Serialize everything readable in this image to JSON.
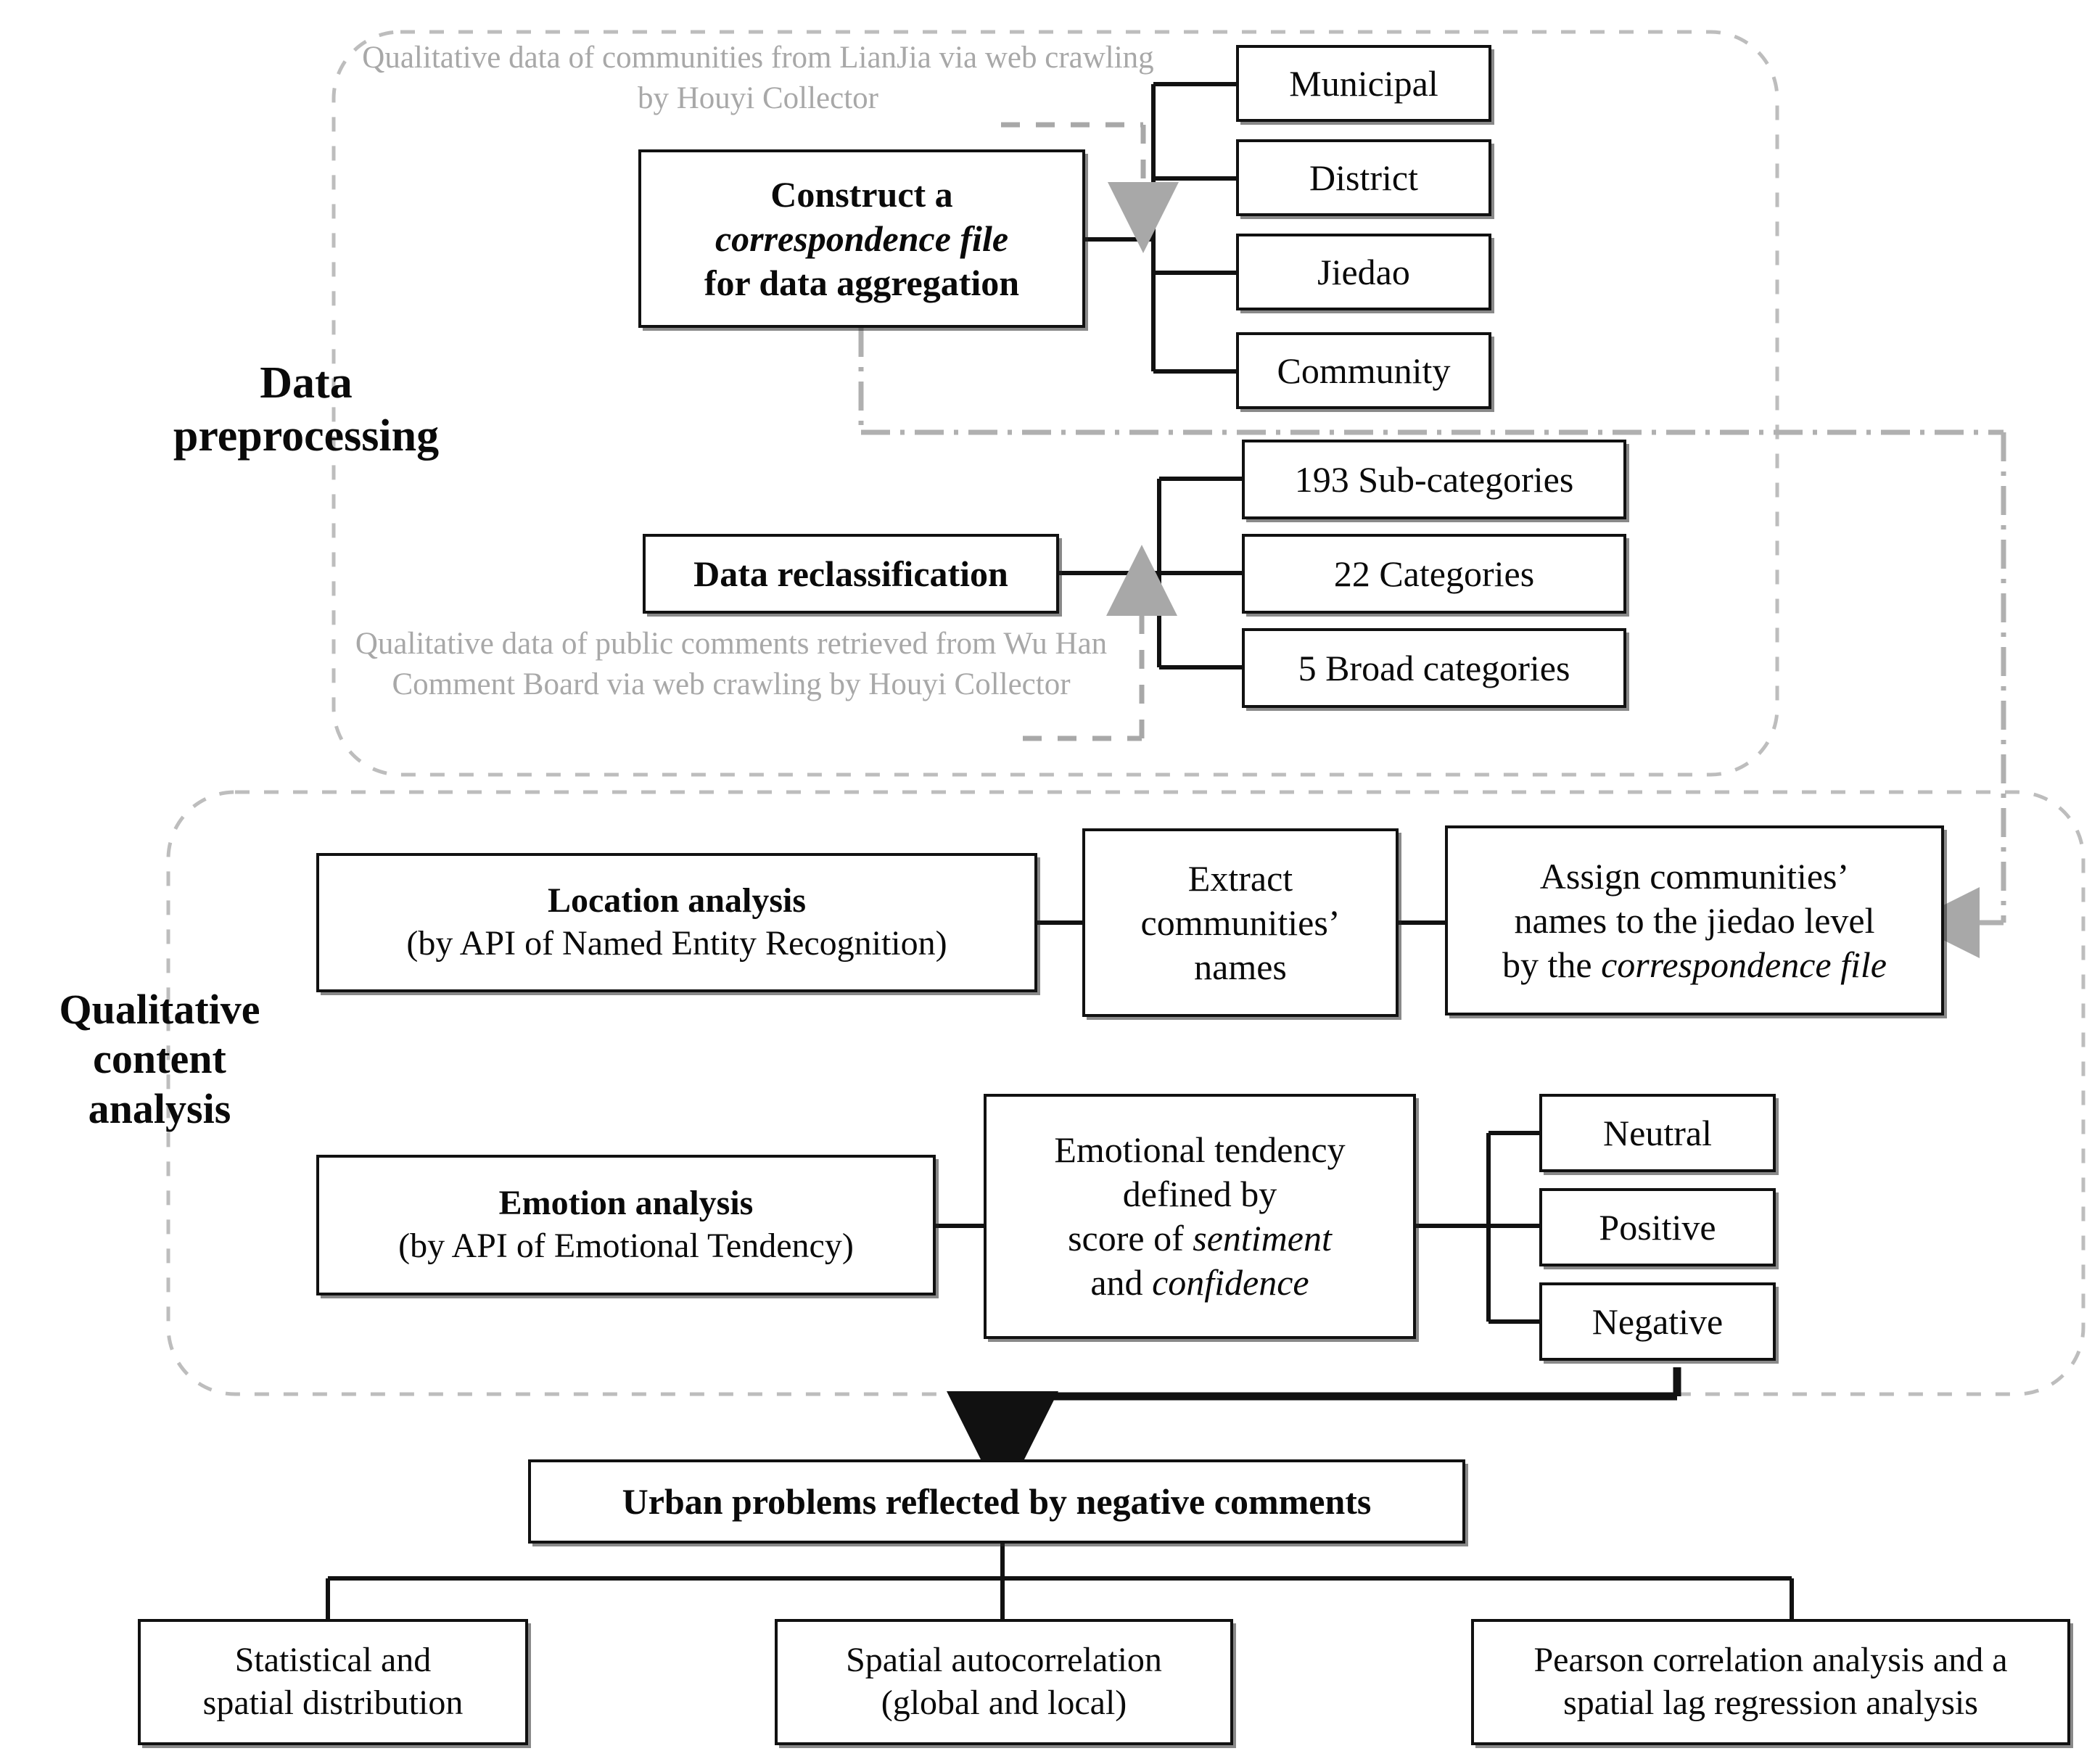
{
  "diagram": {
    "title": "Research workflow for qualitative analysis of urban public comments",
    "colors": {
      "box_border": "#111111",
      "note_text": "#a8a8a8",
      "container_border": "#b4b4b4",
      "connector": "#111111",
      "dashed_arrow": "#a0a0a0"
    }
  },
  "sections": {
    "preprocessing": {
      "label_line1": "Data",
      "label_line2": "preprocessing",
      "note_top": {
        "line1": "Qualitative data of communities from LianJia via web",
        "line2": "crawling by Houyi Collector"
      },
      "note_bottom": {
        "line1": "Qualitative data of public comments retrieved from",
        "line2": "Wu Han Comment Board",
        "line3": "via web crawling by Houyi Collector"
      },
      "construct_box": {
        "line1": "Construct a",
        "line2": "correspondence file",
        "line3": "for data aggregation"
      },
      "levels": [
        "Municipal",
        "District",
        "Jiedao",
        "Community"
      ],
      "reclassification_box": "Data reclassification",
      "categories": [
        "193 Sub-categories",
        "22 Categories",
        "5 Broad categories"
      ]
    },
    "content_analysis": {
      "label_line1": "Qualitative",
      "label_line2": "content",
      "label_line3": "analysis",
      "location_box": {
        "line1": "Location analysis",
        "line2": "(by API of Named Entity Recognition)"
      },
      "extract_box": {
        "line1": "Extract",
        "line2": "communities’",
        "line3": "names"
      },
      "assign_box": {
        "line1": "Assign communities’",
        "line2": "names to the jiedao level",
        "line3_a": "by the ",
        "line3_b": "correspondence file"
      },
      "emotion_box": {
        "line1": "Emotion analysis",
        "line2": "(by API of Emotional Tendency)"
      },
      "tendency_box": {
        "line1": "Emotional tendency",
        "line2": "defined by",
        "line3_a": "score of ",
        "line3_b": "sentiment",
        "line4_a": "and ",
        "line4_b": "confidence"
      },
      "sentiments": [
        "Neutral",
        "Positive",
        "Negative"
      ]
    },
    "results": {
      "urban_problems": "Urban problems reflected by negative comments",
      "analyses": [
        {
          "line1": "Statistical and",
          "line2": "spatial distribution"
        },
        {
          "line1": "Spatial autocorrelation",
          "line2": "(global and local)"
        },
        {
          "line1": "Pearson correlation analysis and a",
          "line2": "spatial lag regression analysis"
        }
      ]
    }
  }
}
